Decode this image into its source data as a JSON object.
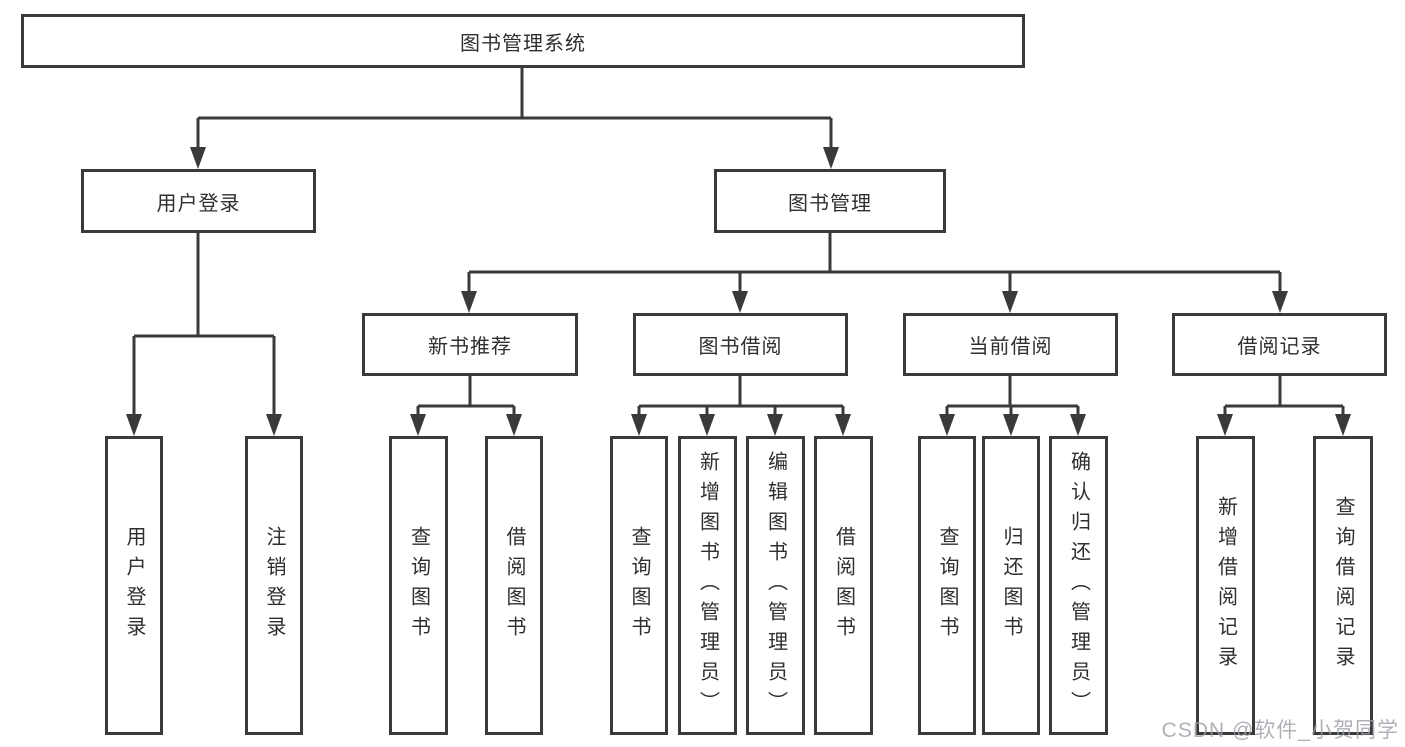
{
  "diagram": {
    "root": {
      "label": "图书管理系统"
    },
    "level2": [
      {
        "label": "用户登录"
      },
      {
        "label": "图书管理"
      }
    ],
    "level3": [
      {
        "label": "新书推荐"
      },
      {
        "label": "图书借阅"
      },
      {
        "label": "当前借阅"
      },
      {
        "label": "借阅记录"
      }
    ],
    "leaves": [
      {
        "label": "用户登录"
      },
      {
        "label": "注销登录"
      },
      {
        "label": "查询图书"
      },
      {
        "label": "借阅图书"
      },
      {
        "label": "查询图书"
      },
      {
        "label": "新增图书（管理员）"
      },
      {
        "label": "编辑图书（管理员）"
      },
      {
        "label": "借阅图书"
      },
      {
        "label": "查询图书"
      },
      {
        "label": "归还图书"
      },
      {
        "label": "确认归还（管理员）"
      },
      {
        "label": "新增借阅记录"
      },
      {
        "label": "查询借阅记录"
      }
    ]
  },
  "watermark": "CSDN @软件_小贺同学",
  "colors": {
    "line": "#3a3a3a",
    "text": "#2f2f2f",
    "watermark": "#9aa0a6",
    "background": "#ffffff"
  }
}
